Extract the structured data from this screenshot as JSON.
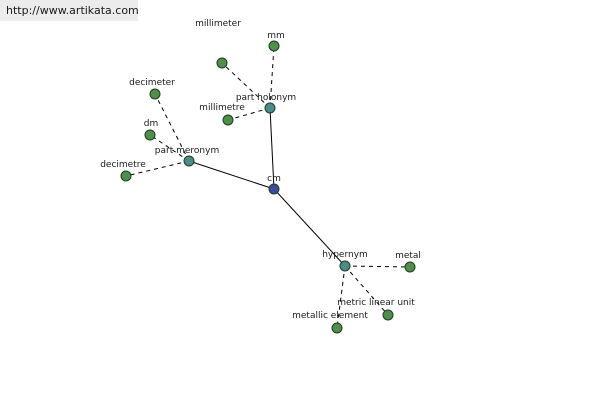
{
  "source_url": "http://www.artikata.com",
  "colors": {
    "center_node": "#3b4a9c",
    "relation_node": "#4a8c8c",
    "term_node": "#4f8f4a",
    "node_stroke": "#1e3d1e",
    "edge": "#000000"
  },
  "graph": {
    "center": {
      "id": "center",
      "label": "cm"
    },
    "relations": [
      {
        "id": "part_holonym",
        "label": "part holonym"
      },
      {
        "id": "part_meronym",
        "label": "part meronym"
      },
      {
        "id": "hypernym",
        "label": "hypernym"
      }
    ],
    "terms": [
      {
        "id": "millimeter",
        "label": "millimeter",
        "relation": "part_holonym"
      },
      {
        "id": "mm",
        "label": "mm",
        "relation": "part_holonym"
      },
      {
        "id": "millimetre",
        "label": "millimetre",
        "relation": "part_holonym"
      },
      {
        "id": "decimeter",
        "label": "decimeter",
        "relation": "part_meronym"
      },
      {
        "id": "dm",
        "label": "dm",
        "relation": "part_meronym"
      },
      {
        "id": "decimetre",
        "label": "decimetre",
        "relation": "part_meronym"
      },
      {
        "id": "metal",
        "label": "metal",
        "relation": "hypernym"
      },
      {
        "id": "metric_linear_unit",
        "label": "metric linear unit",
        "relation": "hypernym"
      },
      {
        "id": "metallic_element",
        "label": "metallic element",
        "relation": "hypernym"
      }
    ]
  }
}
